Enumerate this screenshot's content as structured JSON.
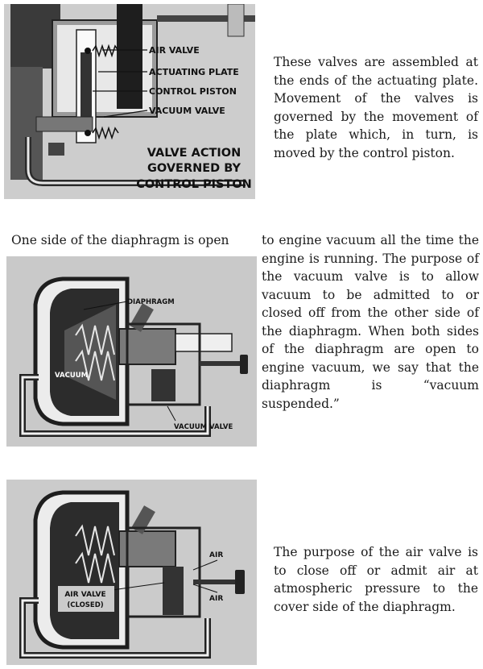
{
  "figure1": {
    "labels": {
      "air_valve": "AIR VALVE",
      "actuating_plate": "ACTUATING PLATE",
      "control_piston": "CONTROL PISTON",
      "vacuum_valve": "VACUUM VALVE"
    },
    "caption": [
      "VALVE ACTION",
      "GOVERNED BY",
      "CONTROL PISTON"
    ]
  },
  "paragraph1": "These valves are assembled at the ends of the actuating plate. Movement of the valves is governed by the movement of the plate which, in turn, is moved by the control piston.",
  "paragraph2": {
    "lead": "One side of the diaphragm is open",
    "rest": "to engine vacuum all the time the engine is running. The purpose of the vacuum valve is to allow vacuum to be admitted to or closed off from the other side of the diaphragm. When both sides of the diaphragm are open to engine vacuum, we say that the diaphragm is “vacuum suspended.”"
  },
  "figure2": {
    "labels": {
      "diaphragm": "DIAPHRAGM",
      "vacuum": "VACUUM",
      "vacuum_valve": "VACUUM VALVE"
    }
  },
  "figure3": {
    "labels": {
      "air_top": "AIR",
      "air_bottom": "AIR",
      "air_valve": "AIR VALVE",
      "closed": "(CLOSED)"
    }
  },
  "paragraph3": "The purpose of the air valve is to close off or admit air at atmospheric pressure to the cover side of the diaphragm."
}
